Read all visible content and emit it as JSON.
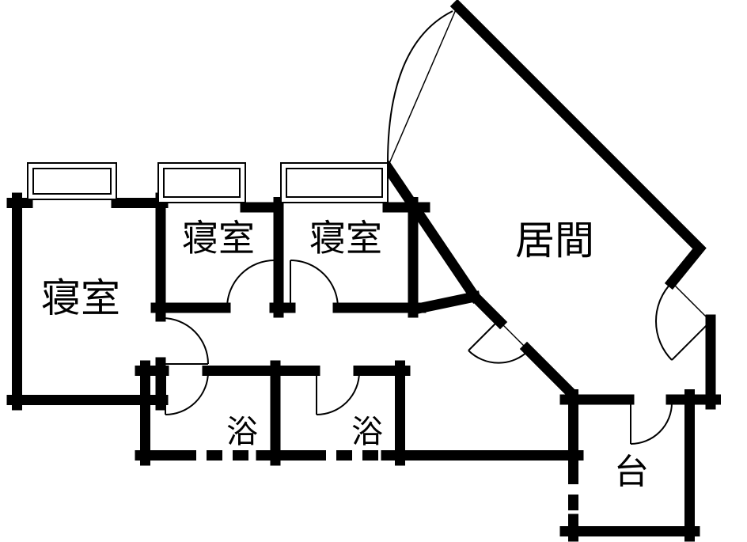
{
  "floorplan": {
    "colors": {
      "wall": "#000000",
      "background": "#ffffff"
    },
    "rooms": {
      "bedroom_left": {
        "label": "寝室"
      },
      "bedroom_mid": {
        "label": "寝室"
      },
      "bedroom_right": {
        "label": "寝室"
      },
      "living": {
        "label": "居間"
      },
      "bath_left": {
        "label": "浴"
      },
      "bath_right": {
        "label": "浴"
      },
      "kitchen": {
        "label": "台"
      }
    }
  }
}
